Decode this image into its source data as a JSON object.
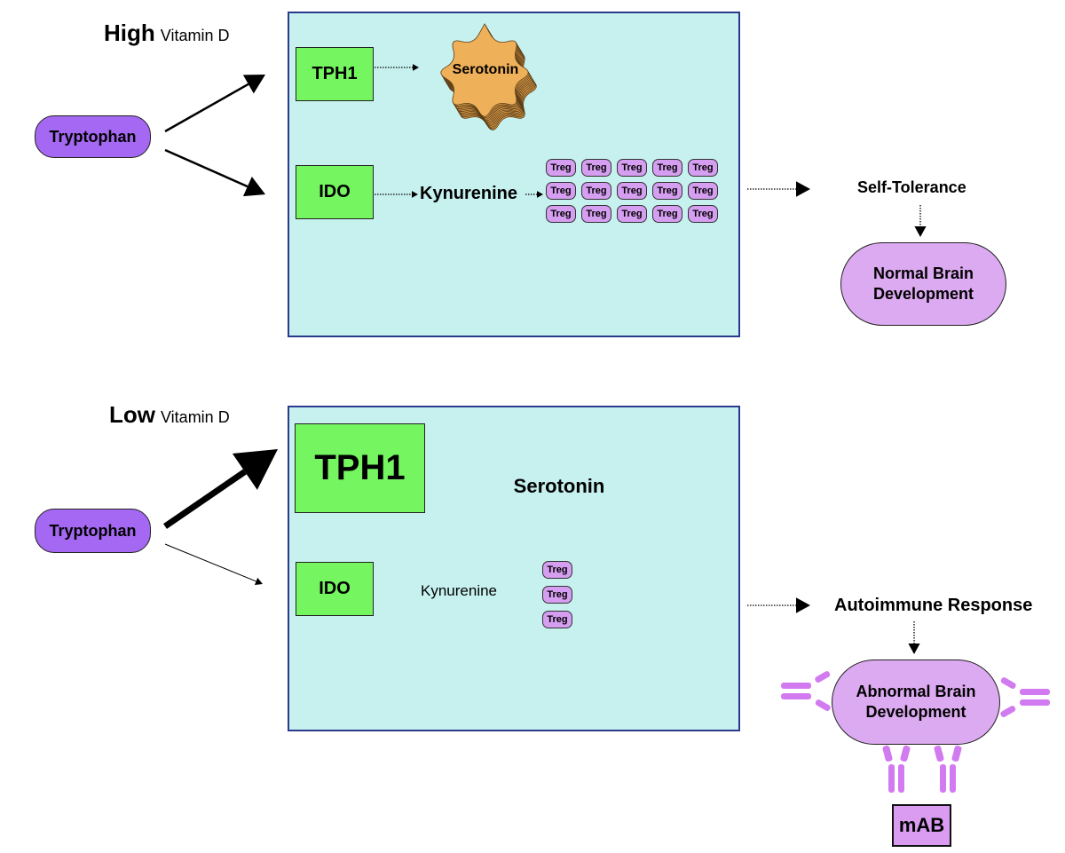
{
  "high": {
    "title_big": "High",
    "title_small": "Vitamin D",
    "tryptophan": "Tryptophan",
    "tph1": "TPH1",
    "serotonin": "Serotonin",
    "ido": "IDO",
    "kynurenine": "Kynurenine",
    "treg_label": "Treg",
    "treg_count": 15,
    "outcome": "Self-Tolerance",
    "result_line1": "Normal Brain",
    "result_line2": "Development"
  },
  "low": {
    "title_big": "Low",
    "title_small": "Vitamin D",
    "tryptophan": "Tryptophan",
    "tph1": "TPH1",
    "serotonin": "Serotonin",
    "ido": "IDO",
    "kynurenine": "Kynurenine",
    "treg_label": "Treg",
    "treg_count": 3,
    "outcome": "Autoimmune Response",
    "result_line1": "Abnormal Brain",
    "result_line2": "Development",
    "antibody_label": "mAB"
  },
  "colors": {
    "panel": "#c6f1ef",
    "panel_border": "#2b3a8c",
    "tryptophan": "#a468f2",
    "enzyme": "#75f560",
    "serotonin": "#efb05a",
    "treg": "#d59ef0",
    "outcome_oval": "#dcaaf0",
    "antibody": "#d27af0"
  }
}
